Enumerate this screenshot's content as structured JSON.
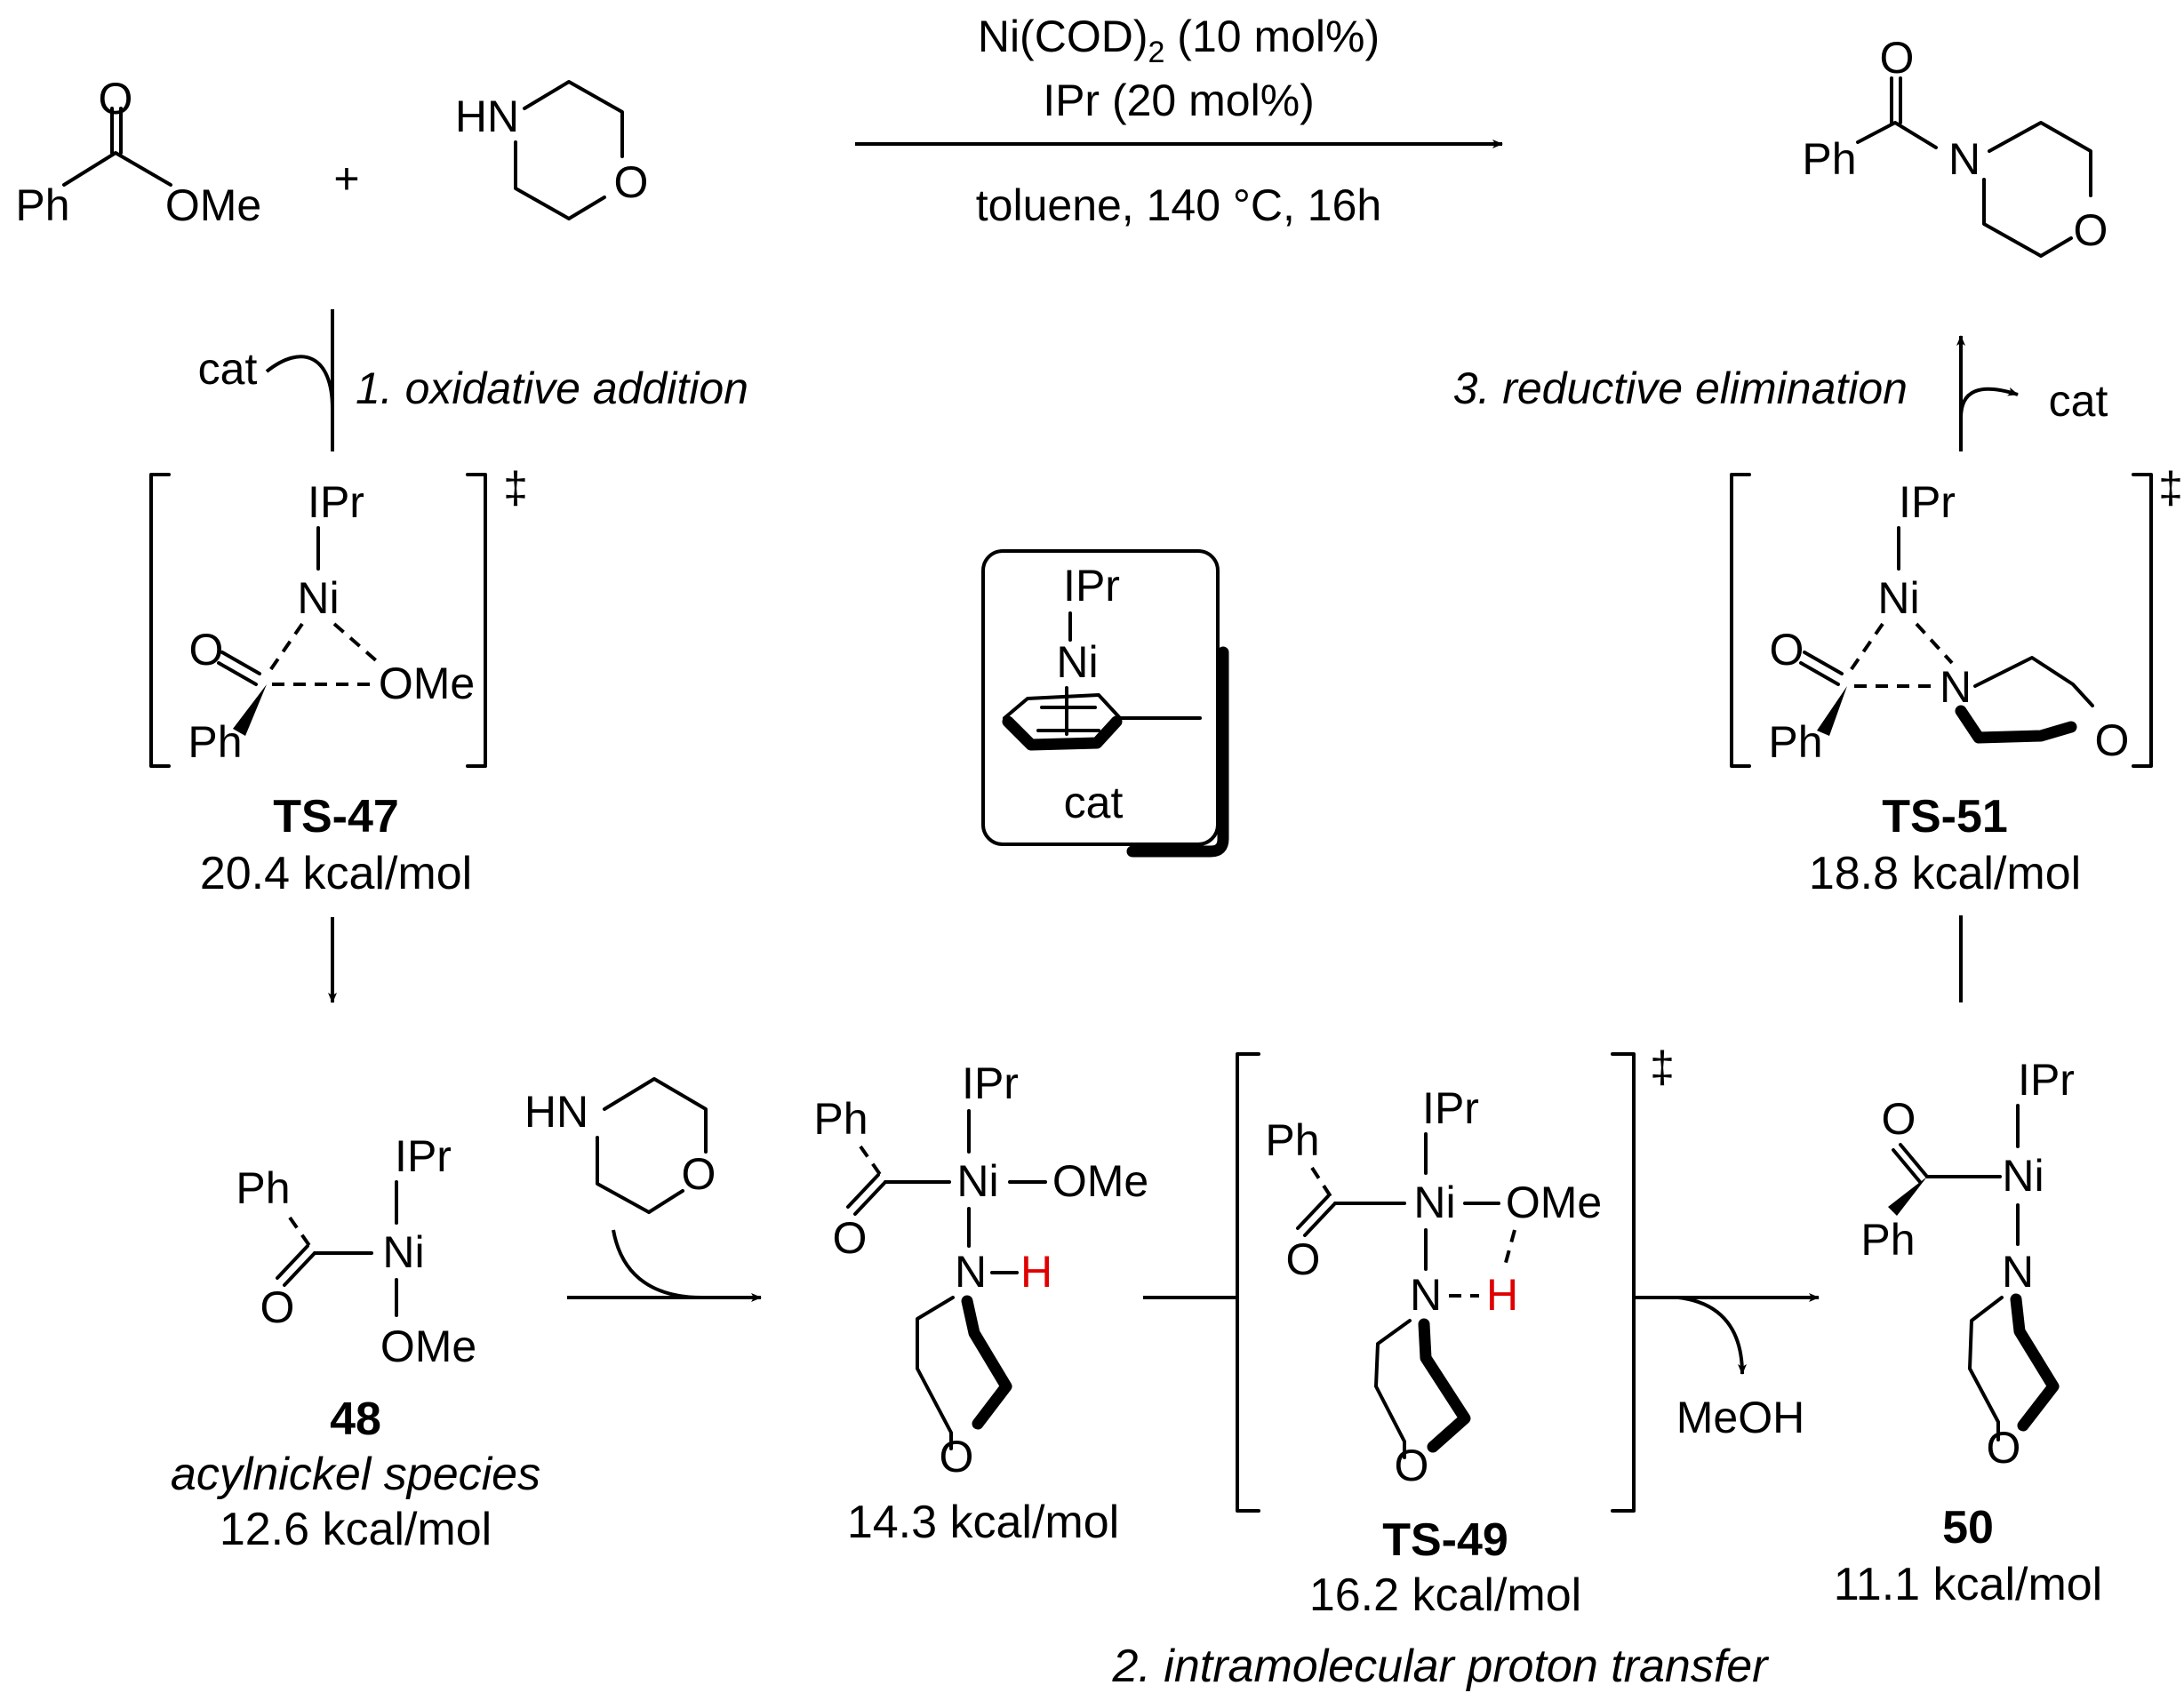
{
  "reaction": {
    "reactant1": {
      "ph": "Ph",
      "o": "O",
      "ome": "OMe"
    },
    "plus": "+",
    "amine": {
      "hn": "HN",
      "o": "O"
    },
    "conditions": {
      "line1_main": "Ni(COD)",
      "line1_sub": "2",
      "line1_tail": " (10 mol%)",
      "line2": "IPr (20 mol%)",
      "line3": "toluene, 140 °C, 16h"
    },
    "product": {
      "o_carbonyl": "O",
      "ph": "Ph",
      "n": "N",
      "o_ring": "O"
    }
  },
  "steps": {
    "step1_cat": "cat",
    "step1_label": "1. oxidative addition",
    "step3_label": "3. reductive elimination",
    "step3_cat": "cat",
    "step2_label": "2. intramolecular proton transfer",
    "meoh": "MeOH"
  },
  "catalyst": {
    "ipr": "IPr",
    "ni": "Ni",
    "label": "cat"
  },
  "ts47": {
    "ipr": "IPr",
    "ni": "Ni",
    "o": "O",
    "ome": "OMe",
    "ph": "Ph",
    "dagger": "‡",
    "name": "TS-47",
    "energy": "20.4 kcal/mol"
  },
  "ts51": {
    "ipr": "IPr",
    "ni": "Ni",
    "o": "O",
    "n": "N",
    "ring_o": "O",
    "ph": "Ph",
    "dagger": "‡",
    "name": "TS-51",
    "energy": "18.8 kcal/mol"
  },
  "int48": {
    "ph": "Ph",
    "ipr": "IPr",
    "ni": "Ni",
    "o": "O",
    "ome": "OMe",
    "name": "48",
    "desc": "acylnickel species",
    "energy": "12.6 kcal/mol"
  },
  "amine2": {
    "hn": "HN",
    "o": "O"
  },
  "complex143": {
    "ph": "Ph",
    "ipr": "IPr",
    "ni": "Ni",
    "ome": "OMe",
    "o": "O",
    "n": "N",
    "h": "H",
    "ring_o": "O",
    "energy": "14.3 kcal/mol"
  },
  "ts49": {
    "ph": "Ph",
    "ipr": "IPr",
    "ni": "Ni",
    "ome": "OMe",
    "o": "O",
    "n": "N",
    "h": "H",
    "ring_o": "O",
    "dagger": "‡",
    "name": "TS-49",
    "energy": "16.2 kcal/mol"
  },
  "int50": {
    "ipr": "IPr",
    "o": "O",
    "ni": "Ni",
    "ph": "Ph",
    "n": "N",
    "ring_o": "O",
    "name": "50",
    "energy": "11.1 kcal/mol"
  }
}
